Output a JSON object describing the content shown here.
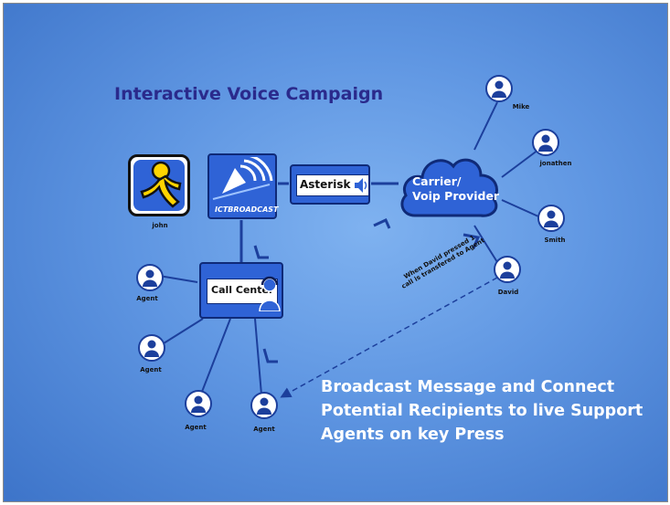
{
  "title": "Interactive Voice Campaign",
  "ictbroadcast_label": "ICTBROADCAST",
  "asterisk_label": "Asterisk",
  "carrier_label": [
    "Carrier/",
    "Voip Provider"
  ],
  "call_center_label": "Call Center",
  "people": {
    "john": "john",
    "mike": "Mike",
    "jonathen": "jonathen",
    "smith": "Smith",
    "david": "David",
    "agent_1": "Agent",
    "agent_2": "Agent",
    "agent_3": "Agent",
    "agent_4": "Agent"
  },
  "transfer_note": [
    "When David pressed 1",
    "call is transfered to Agent"
  ],
  "caption": [
    "Broadcast Message and Connect",
    "Potential Recipients to live Support",
    "Agents on key Press"
  ],
  "colors": {
    "background": "#5f96e2",
    "title": "#2a2a8c",
    "box_fill": "#2f63d6",
    "box_border": "#0f2a78",
    "line": "#1c3f9c",
    "caption": "#ffffff"
  },
  "icons": [
    "aim-messenger-icon",
    "broadcast-signal-icon",
    "speaker-icon",
    "cloud-icon",
    "headset-agent-icon",
    "person-icon"
  ]
}
